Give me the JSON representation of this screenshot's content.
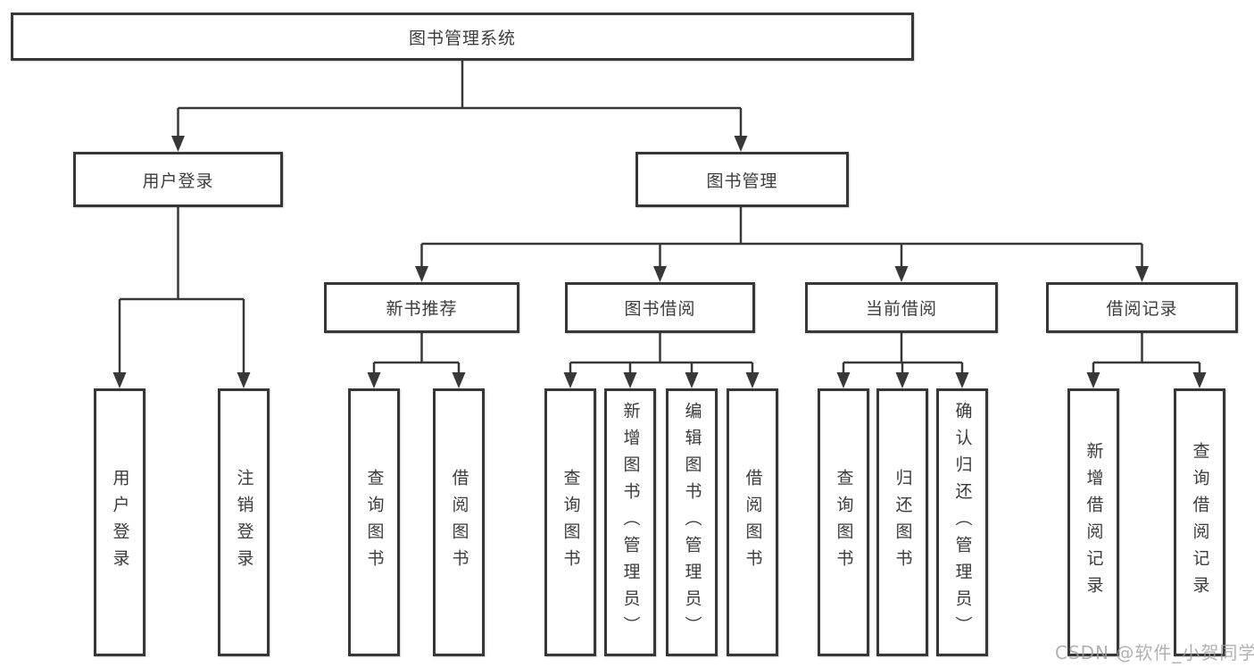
{
  "diagram": {
    "root": {
      "label": "图书管理系统"
    },
    "level2": [
      {
        "label": "用户登录"
      },
      {
        "label": "图书管理"
      }
    ],
    "level3": [
      {
        "label": "新书推荐",
        "parent": "图书管理"
      },
      {
        "label": "图书借阅",
        "parent": "图书管理"
      },
      {
        "label": "当前借阅",
        "parent": "图书管理"
      },
      {
        "label": "借阅记录",
        "parent": "图书管理"
      }
    ],
    "leaves": [
      {
        "label": "用户登录",
        "parent": "用户登录"
      },
      {
        "label": "注销登录",
        "parent": "用户登录"
      },
      {
        "label": "查询图书",
        "parent": "新书推荐"
      },
      {
        "label": "借阅图书",
        "parent": "新书推荐"
      },
      {
        "label": "查询图书",
        "parent": "图书借阅"
      },
      {
        "label": "新增图书（管理员）",
        "parent": "图书借阅"
      },
      {
        "label": "编辑图书（管理员）",
        "parent": "图书借阅"
      },
      {
        "label": "借阅图书",
        "parent": "图书借阅"
      },
      {
        "label": "查询图书",
        "parent": "当前借阅"
      },
      {
        "label": "归还图书",
        "parent": "当前借阅"
      },
      {
        "label": "确认归还（管理员）",
        "parent": "当前借阅"
      },
      {
        "label": "新增借阅记录",
        "parent": "借阅记录"
      },
      {
        "label": "查询借阅记录",
        "parent": "借阅记录"
      }
    ]
  },
  "watermark": {
    "text": "CSDN @软件_小贺同学"
  },
  "colors": {
    "line": "#383838",
    "border": "#373737",
    "text": "#3c3c3c",
    "watermark": "#9e9e9e",
    "background": "#ffffff"
  }
}
